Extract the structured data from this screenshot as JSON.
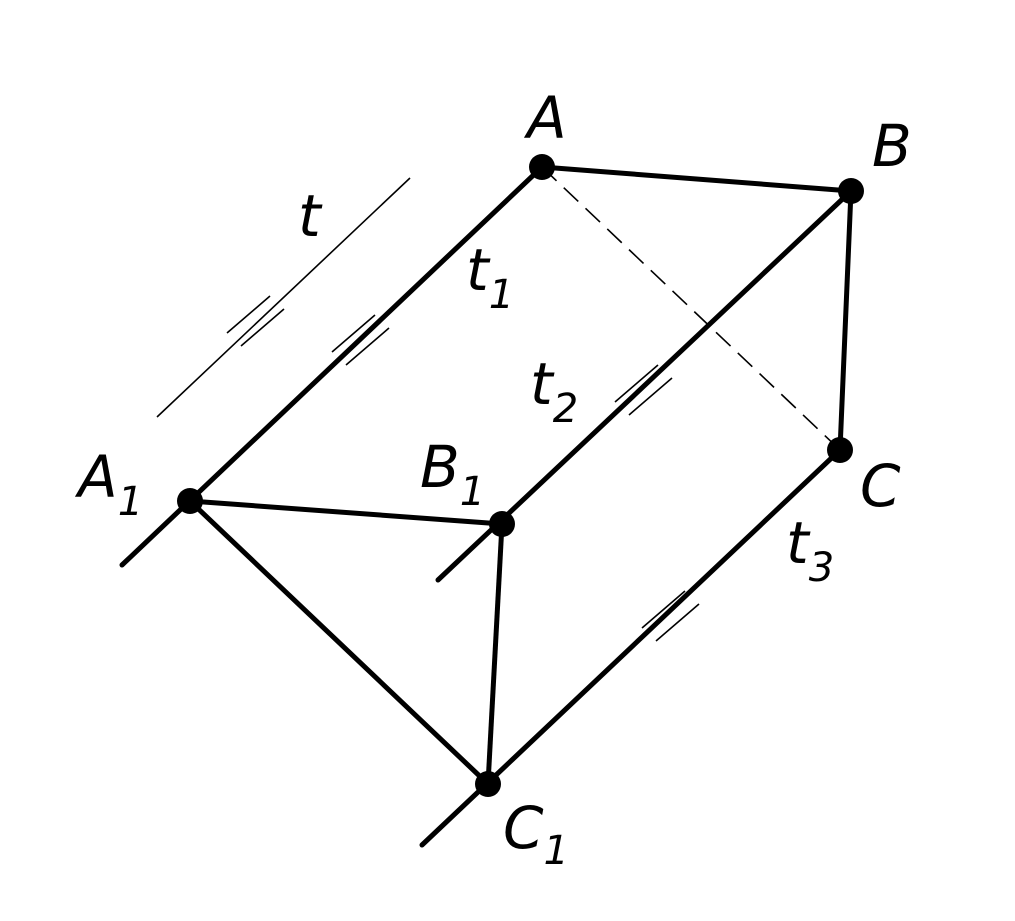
{
  "diagram": {
    "points": {
      "A": "A",
      "B": "B",
      "C": "C",
      "A1": {
        "base": "A",
        "sub": "1"
      },
      "B1": {
        "base": "B",
        "sub": "1"
      },
      "C1": {
        "base": "C",
        "sub": "1"
      }
    },
    "lines": {
      "t": "t",
      "t1": {
        "base": "t",
        "sub": "1"
      },
      "t2": {
        "base": "t",
        "sub": "2"
      },
      "t3": {
        "base": "t",
        "sub": "3"
      }
    }
  }
}
